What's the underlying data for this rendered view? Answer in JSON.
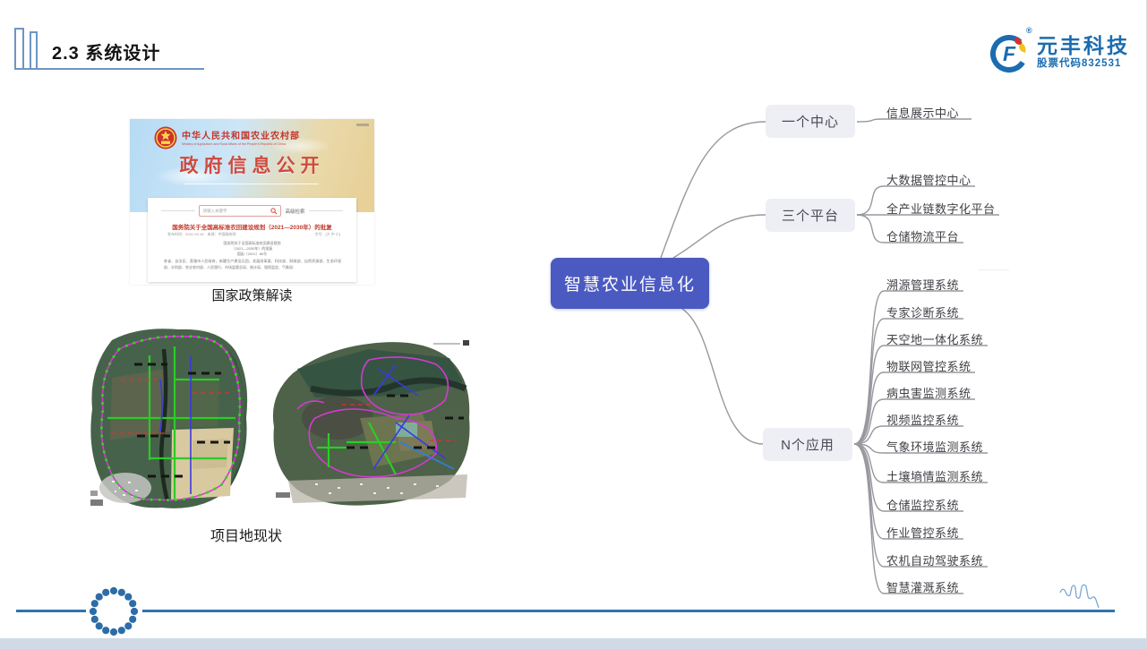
{
  "slide": {
    "title": "2.3 系统设计"
  },
  "logo": {
    "company": "元丰科技",
    "stock": "股票代码832531",
    "reg": "®",
    "letter": "F",
    "brand_color": "#1b6cb0"
  },
  "left": {
    "gov_site": {
      "ministry": "中华人民共和国农业农村部",
      "ministry_en": "Ministry of Agriculture and Rural Affairs of the People's Republic of China",
      "banner_title": "政府信息公开",
      "search_placeholder": "请输入关键字",
      "advanced_search": "高级检索",
      "doc_title": "国务院关于全国高标准农田建设规划（2021—2030年）的批复",
      "doc_meta_left": "发布时间：2021-09-16　来源：中国政府网",
      "doc_meta_right": "字号：[大 中 小]",
      "doc_center_lines": [
        "国务院关于全国高标准农田建设规划",
        "（2021—2030年）的批复",
        "国函〔2021〕86号"
      ],
      "doc_body": "各省、自治区、直辖市人民政府，新疆生产建设兵团，发展改革委、科技部、财政部、自然资源部、生态环境部、水利部、农业农村部、人民银行、市场监管总局、统计局、银保监会、气象局："
    },
    "caption_policy": "国家政策解读",
    "caption_site": "项目地现状"
  },
  "mindmap": {
    "root": "智慧农业信息化",
    "branches": [
      {
        "label": "一个中心",
        "children": [
          "信息展示中心"
        ]
      },
      {
        "label": "三个平台",
        "children": [
          "大数据管控中心",
          "全产业链数字化平台",
          "仓储物流平台"
        ]
      },
      {
        "label": "N个应用",
        "children": [
          "溯源管理系统",
          "专家诊断系统",
          "天空地一体化系统",
          "物联网管控系统",
          "病虫害监测系统",
          "视频监控系统",
          "气象环境监测系统",
          "土壤墒情监测系统",
          "仓储监控系统",
          "作业管控系统",
          "农机自动驾驶系统",
          "智慧灌溉系统"
        ]
      }
    ]
  },
  "colors": {
    "accent_blue": "#2e74ae",
    "brand_blue": "#1b6cb0",
    "mindmap_root_bg": "#4b5ac1",
    "mindmap_node_bg": "#edeff4",
    "gov_red": "#c0392b",
    "title_deco_blue": "#6e95c4"
  }
}
